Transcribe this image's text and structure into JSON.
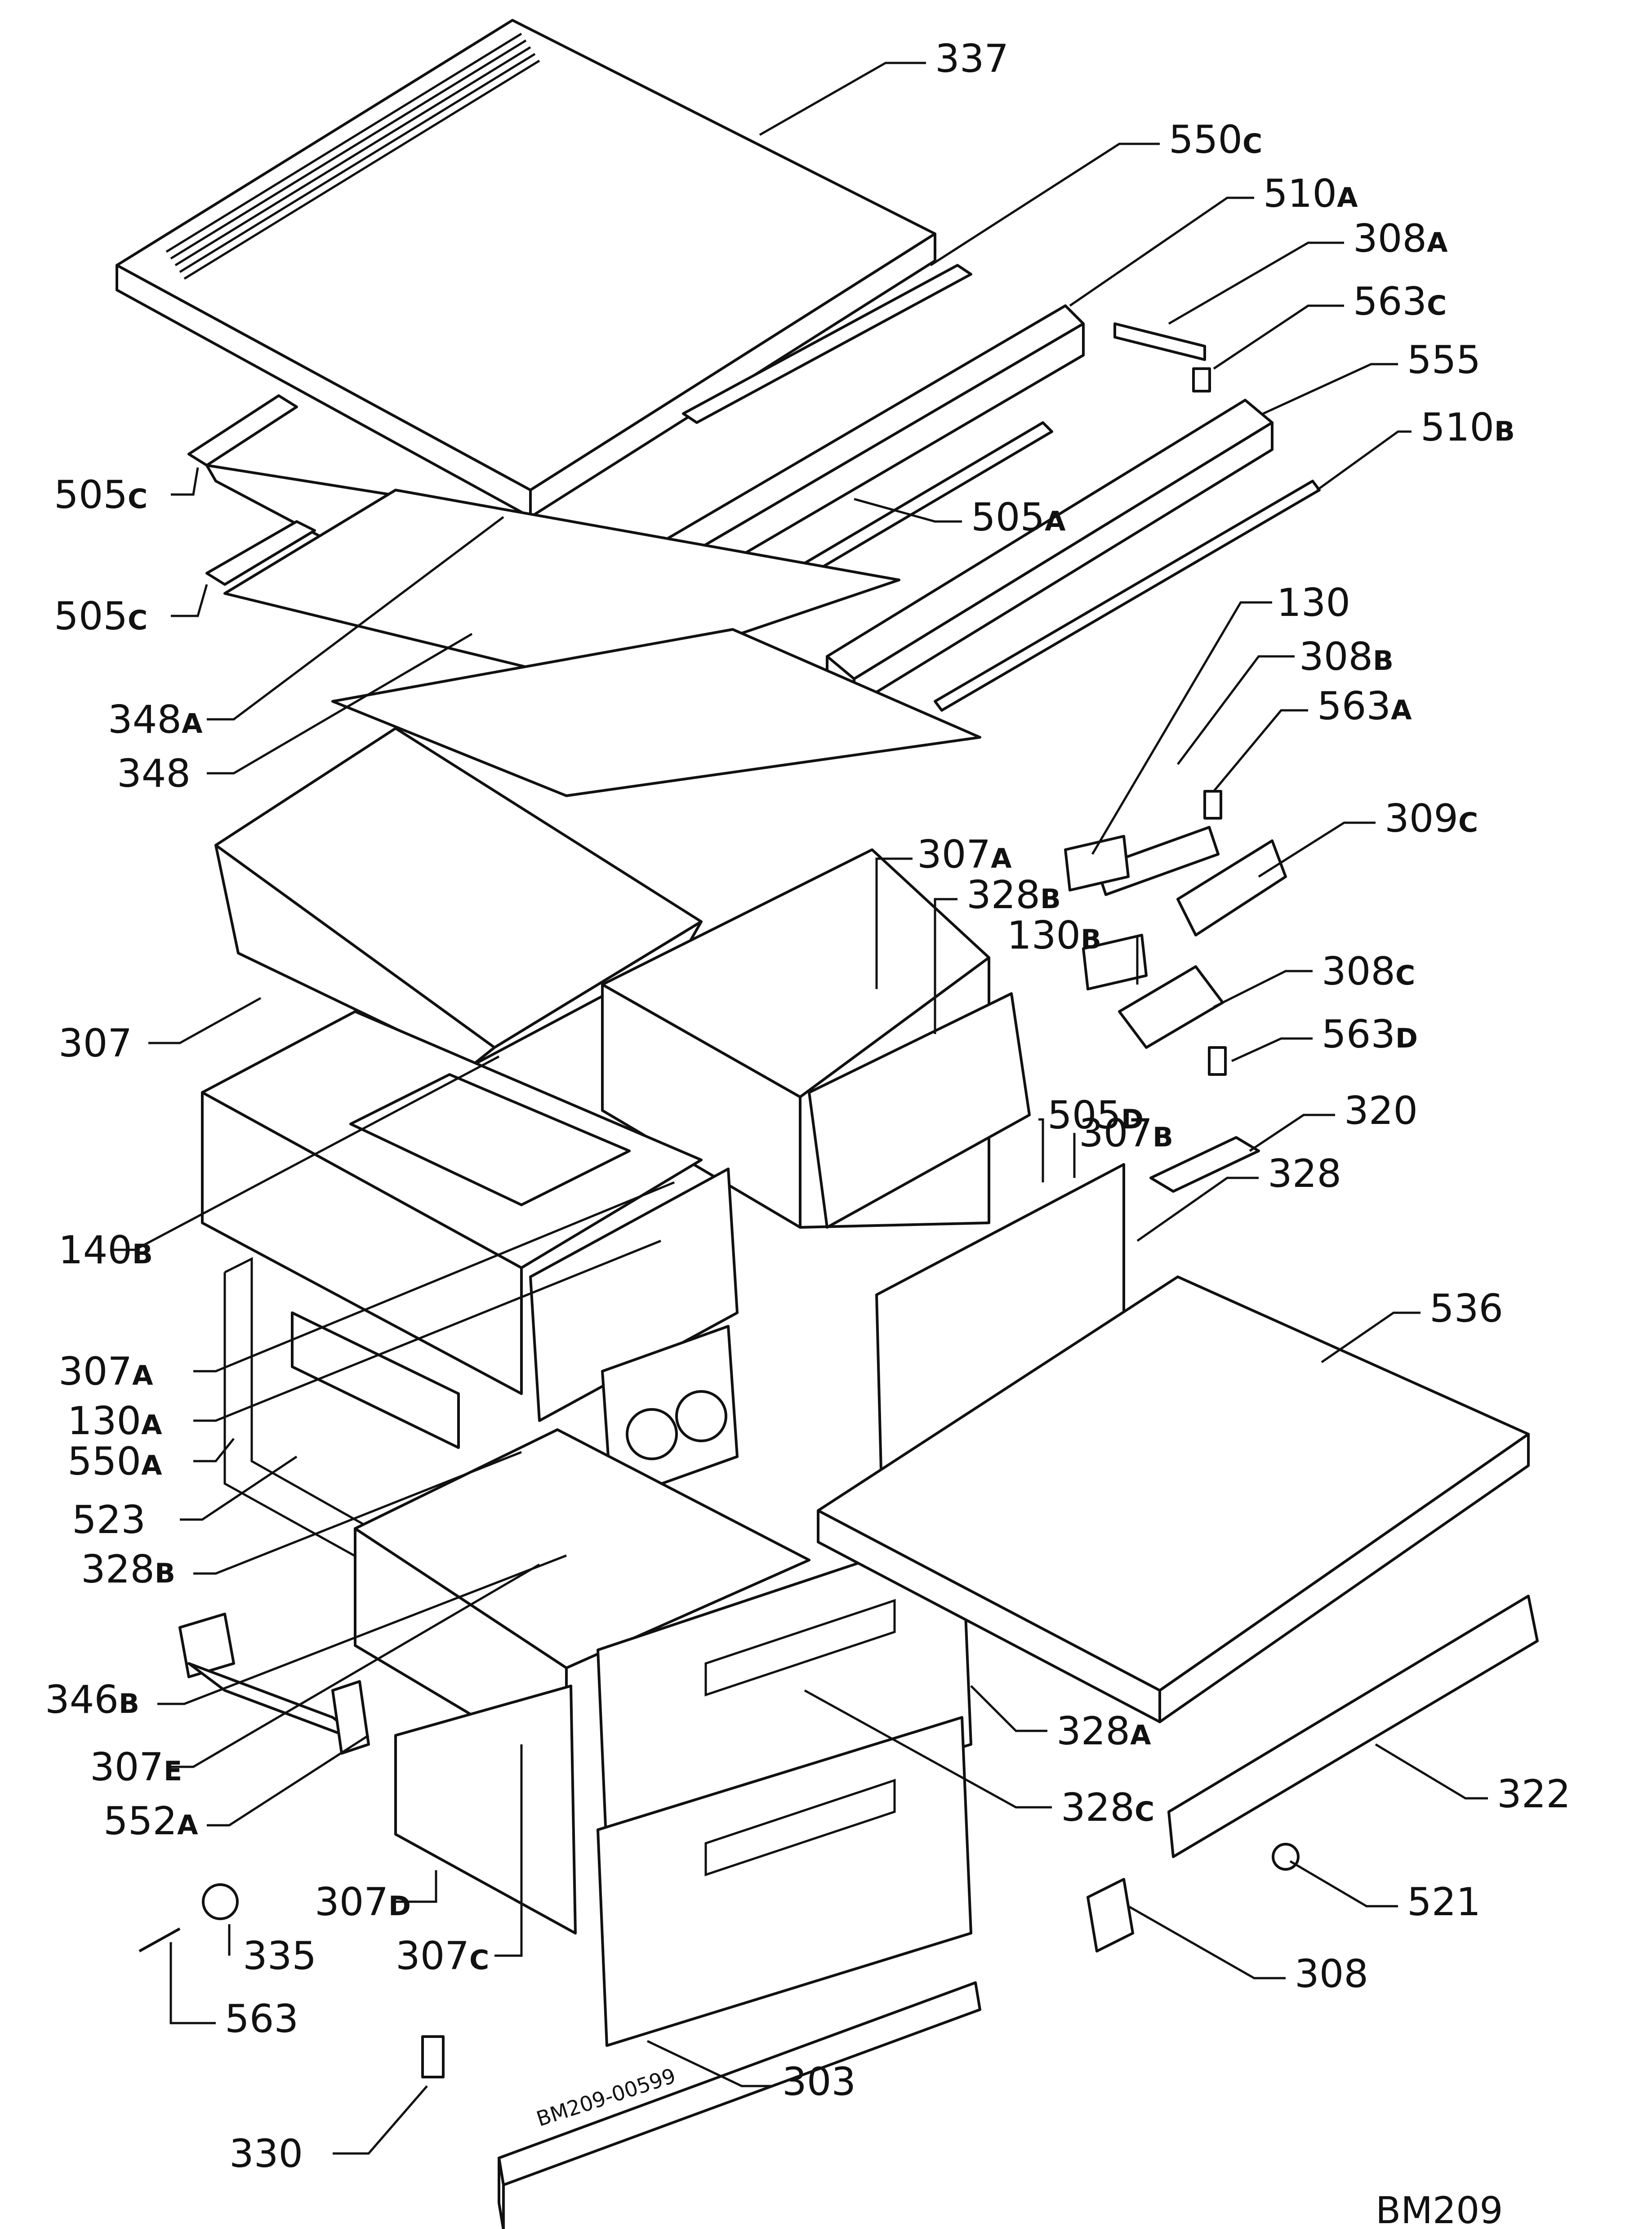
{
  "diagram": {
    "code_bottom_right": "BM209",
    "code_stamp": "BM209-00599",
    "labels": [
      {
        "id": "337",
        "num": "337",
        "suffix": ""
      },
      {
        "id": "550c",
        "num": "550",
        "suffix": "C"
      },
      {
        "id": "510a",
        "num": "510",
        "suffix": "A"
      },
      {
        "id": "308a",
        "num": "308",
        "suffix": "A"
      },
      {
        "id": "563c",
        "num": "563",
        "suffix": "C"
      },
      {
        "id": "555",
        "num": "555",
        "suffix": ""
      },
      {
        "id": "510b",
        "num": "510",
        "suffix": "B"
      },
      {
        "id": "505c-1",
        "num": "505",
        "suffix": "C"
      },
      {
        "id": "505a",
        "num": "505",
        "suffix": "A"
      },
      {
        "id": "505c-2",
        "num": "505",
        "suffix": "C"
      },
      {
        "id": "348a",
        "num": "348",
        "suffix": "A"
      },
      {
        "id": "348",
        "num": "348",
        "suffix": ""
      },
      {
        "id": "130",
        "num": "130",
        "suffix": ""
      },
      {
        "id": "308b",
        "num": "308",
        "suffix": "B"
      },
      {
        "id": "563a",
        "num": "563",
        "suffix": "A"
      },
      {
        "id": "309c",
        "num": "309",
        "suffix": "C"
      },
      {
        "id": "307a-1",
        "num": "307",
        "suffix": "A"
      },
      {
        "id": "328b-1",
        "num": "328",
        "suffix": "B"
      },
      {
        "id": "130b",
        "num": "130",
        "suffix": "B"
      },
      {
        "id": "308c",
        "num": "308",
        "suffix": "C"
      },
      {
        "id": "307",
        "num": "307",
        "suffix": ""
      },
      {
        "id": "563d",
        "num": "563",
        "suffix": "D"
      },
      {
        "id": "505d",
        "num": "505",
        "suffix": "D"
      },
      {
        "id": "320",
        "num": "320",
        "suffix": ""
      },
      {
        "id": "307b",
        "num": "307",
        "suffix": "B"
      },
      {
        "id": "328",
        "num": "328",
        "suffix": ""
      },
      {
        "id": "140b",
        "num": "140",
        "suffix": "B"
      },
      {
        "id": "536",
        "num": "536",
        "suffix": ""
      },
      {
        "id": "307a-2",
        "num": "307",
        "suffix": "A"
      },
      {
        "id": "130a",
        "num": "130",
        "suffix": "A"
      },
      {
        "id": "550a",
        "num": "550",
        "suffix": "A"
      },
      {
        "id": "523",
        "num": "523",
        "suffix": ""
      },
      {
        "id": "328b-2",
        "num": "328",
        "suffix": "B"
      },
      {
        "id": "346b",
        "num": "346",
        "suffix": "B"
      },
      {
        "id": "328a",
        "num": "328",
        "suffix": "A"
      },
      {
        "id": "307e",
        "num": "307",
        "suffix": "E"
      },
      {
        "id": "552a",
        "num": "552",
        "suffix": "A"
      },
      {
        "id": "322",
        "num": "322",
        "suffix": ""
      },
      {
        "id": "328c",
        "num": "328",
        "suffix": "C"
      },
      {
        "id": "521",
        "num": "521",
        "suffix": ""
      },
      {
        "id": "307d",
        "num": "307",
        "suffix": "D"
      },
      {
        "id": "335",
        "num": "335",
        "suffix": ""
      },
      {
        "id": "307c",
        "num": "307",
        "suffix": "C"
      },
      {
        "id": "308",
        "num": "308",
        "suffix": ""
      },
      {
        "id": "563",
        "num": "563",
        "suffix": ""
      },
      {
        "id": "303",
        "num": "303",
        "suffix": ""
      },
      {
        "id": "330",
        "num": "330",
        "suffix": ""
      }
    ]
  }
}
